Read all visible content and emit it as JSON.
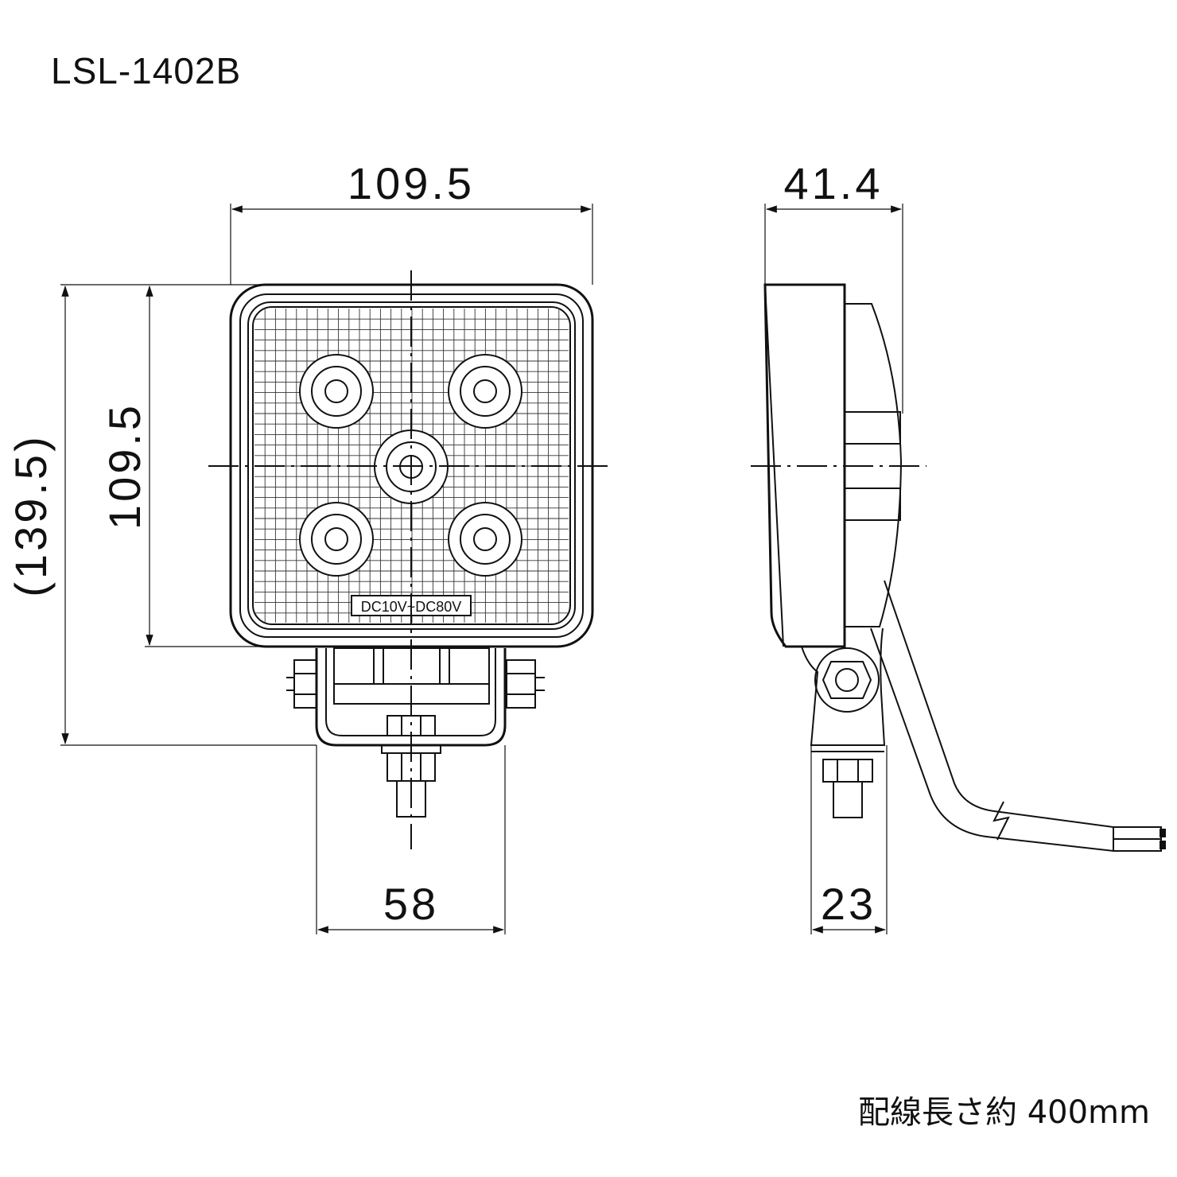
{
  "title": "LSL-1402B",
  "front_view": {
    "width_dim": "109.5",
    "height_dim": "109.5",
    "overall_height_dim": "(139.5)",
    "bracket_width_dim": "58",
    "voltage_label": "DC10V~DC80V"
  },
  "side_view": {
    "depth_dim": "41.4",
    "bracket_depth_dim": "23"
  },
  "note": "配線長さ約 400mm"
}
